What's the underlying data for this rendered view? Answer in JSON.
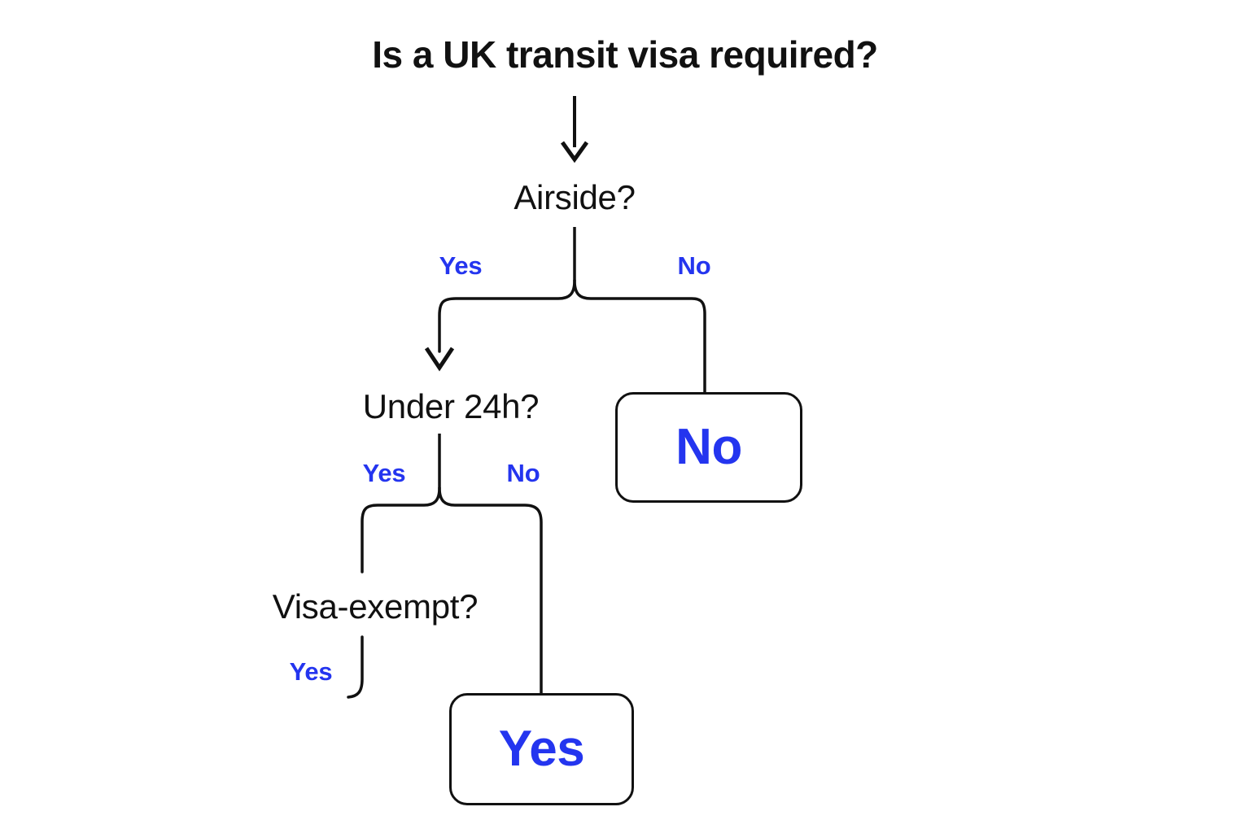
{
  "diagram": {
    "title": "Is a UK transit visa required?",
    "type": "decision-tree-flowchart",
    "colors": {
      "text": "#111111",
      "accent_blue": "#2435ef",
      "edge": "#111111",
      "background": "#ffffff"
    },
    "nodes": [
      {
        "id": "title",
        "kind": "title",
        "label": "Is a UK transit visa required?"
      },
      {
        "id": "airside",
        "kind": "decision",
        "label": "Airside?"
      },
      {
        "id": "under24h",
        "kind": "decision",
        "label": "Under 24h?"
      },
      {
        "id": "visa_exempt",
        "kind": "decision",
        "label": "Visa-exempt?"
      },
      {
        "id": "result_no",
        "kind": "terminal",
        "label": "No"
      },
      {
        "id": "result_yes",
        "kind": "terminal",
        "label": "Yes"
      }
    ],
    "edges": [
      {
        "from": "title",
        "to": "airside",
        "label": ""
      },
      {
        "from": "airside",
        "to": "under24h",
        "label": "Yes"
      },
      {
        "from": "airside",
        "to": "result_no",
        "label": "No"
      },
      {
        "from": "under24h",
        "to": "visa_exempt",
        "label": "Yes"
      },
      {
        "from": "under24h",
        "to": "result_yes",
        "label": "No"
      },
      {
        "from": "visa_exempt",
        "to": "",
        "label": "Yes"
      }
    ],
    "edge_labels": {
      "airside_yes": "Yes",
      "airside_no": "No",
      "under24h_yes": "Yes",
      "under24h_no": "No",
      "visa_exempt_yes": "Yes"
    },
    "terminals": {
      "no": "No",
      "yes": "Yes"
    }
  }
}
